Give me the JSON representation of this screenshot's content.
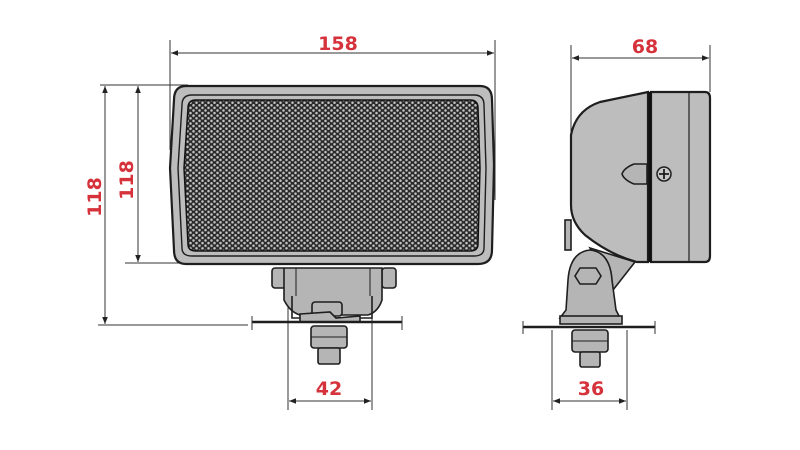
{
  "colors": {
    "dimension_text": "#d6323c",
    "housing": "#bdbdbd",
    "outline": "#1e1e1e"
  },
  "front_view": {
    "width_label": "158",
    "height_outer_label": "118",
    "height_inner_label": "118",
    "mount_width_label": "42"
  },
  "side_view": {
    "depth_label": "68",
    "mount_width_label": "36"
  }
}
